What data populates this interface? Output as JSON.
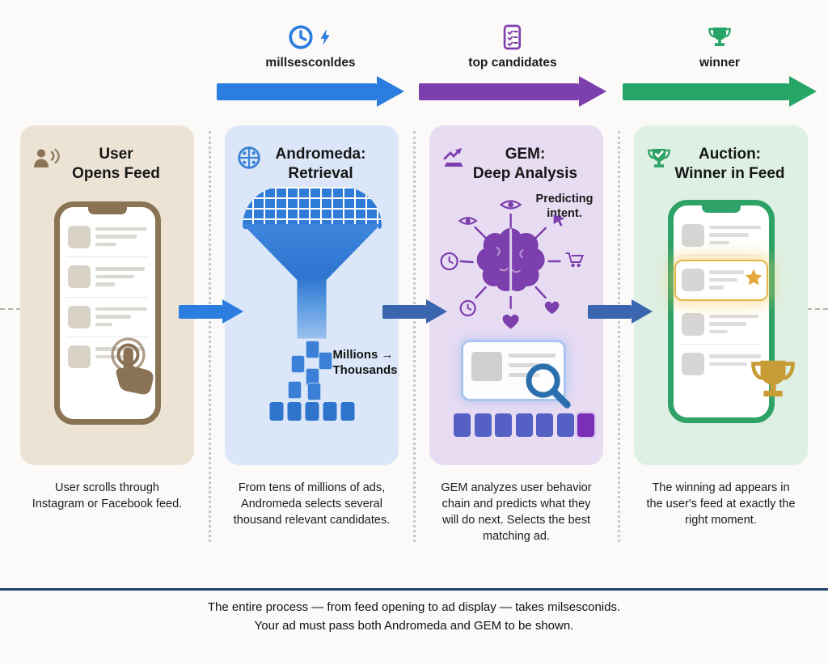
{
  "stages": [
    {
      "label": "millsesconldes",
      "icons": [
        "clock-icon",
        "lightning-icon"
      ],
      "arrow_color": "#2b7de0"
    },
    {
      "label": "top candidates",
      "icons": [
        "checklist-icon"
      ],
      "arrow_color": "#7d3fad"
    },
    {
      "label": "winner",
      "icons": [
        "trophy-icon"
      ],
      "arrow_color": "#27a566"
    }
  ],
  "panels": [
    {
      "id": "user-opens-feed",
      "title": "User\nOpens Feed",
      "icon": "user-broadcast-icon",
      "bg": "#ece3d5",
      "accent": "#8a7355",
      "caption": "User scrolls through\nInstagram or Facebook feed."
    },
    {
      "id": "andromeda-retrieval",
      "title": "Andromeda:\nRetrieval",
      "icon": "globe-icon",
      "bg": "#dbe7f8",
      "accent": "#2f7cd8",
      "funnel_label": "Millions →\nThousands",
      "caption": "From tens of millions of ads,\nAndromeda selects several\nthousand relevant candidates."
    },
    {
      "id": "gem-deep-analysis",
      "title": "GEM:\nDeep Analysis",
      "icon": "trend-chart-icon",
      "bg": "#e8dcf3",
      "accent": "#7c3fad",
      "annotation": "Predicting\nintent.",
      "caption": "GEM analyzes user behavior\nchain and predicts what they\nwill do next. Selects the best\nmatching ad."
    },
    {
      "id": "auction-winner-in-feed",
      "title": "Auction:\nWinner in Feed",
      "icon": "trophy-check-icon",
      "bg": "#def0e3",
      "accent": "#2fa268",
      "caption": "The winning ad appears in\nthe user's feed at exactly the\nright moment."
    }
  ],
  "connectors": {
    "mid_arrow_colors": [
      "#2b7de0",
      "#3a66af",
      "#3a66af"
    ]
  },
  "footer": {
    "line1": "The entire process — from feed opening to ad display — takes milsesconids.",
    "line2": "Your ad must pass both Andromeda and GEM to be shown."
  }
}
